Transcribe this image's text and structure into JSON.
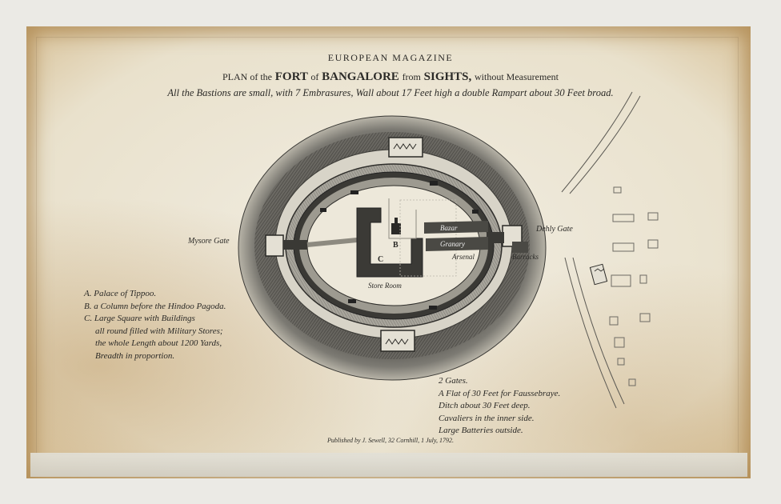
{
  "header": {
    "magazine": "EUROPEAN MAGAZINE",
    "title_plan": "PLAN of the",
    "title_fort": "FORT",
    "title_of": "of",
    "title_place": "BANGALORE",
    "title_from": "from",
    "title_sights": "SIGHTS,",
    "title_rest": "without Measurement",
    "description": "All the Bastions are small, with 7 Embrasures, Wall about 17 Feet high a double Rampart about 30 Feet broad."
  },
  "map_labels": {
    "mysore_gate": "Mysore Gate",
    "dehly_gate": "Dehly Gate",
    "bazar": "Bazar",
    "granary": "Granary",
    "arsenal": "Arsenal",
    "barracks": "Barracks",
    "store_room": "Store Room",
    "letter_b": "B",
    "letter_c": "C"
  },
  "legend": [
    "A. Palace of Tippoo.",
    "B. a Column before the Hindoo Pagoda.",
    "C. Large Square with Buildings",
    "all round filled with Military Stores;",
    "the whole Length about 1200 Yards,",
    "Breadth in proportion."
  ],
  "notes": [
    "2 Gates.",
    "A Flat of 30 Feet for Faussebraye.",
    "Ditch about 30 Feet deep.",
    "Cavaliers in the inner side.",
    "Large Batteries outside."
  ],
  "imprint": "Published by J. Sewell, 32 Cornhill, 1 July, 1792.",
  "colors": {
    "paper": "#ece6d6",
    "foxing": "#c9a56b",
    "ink": "#2b2a27",
    "ditch_shading": "#5e5c57"
  }
}
